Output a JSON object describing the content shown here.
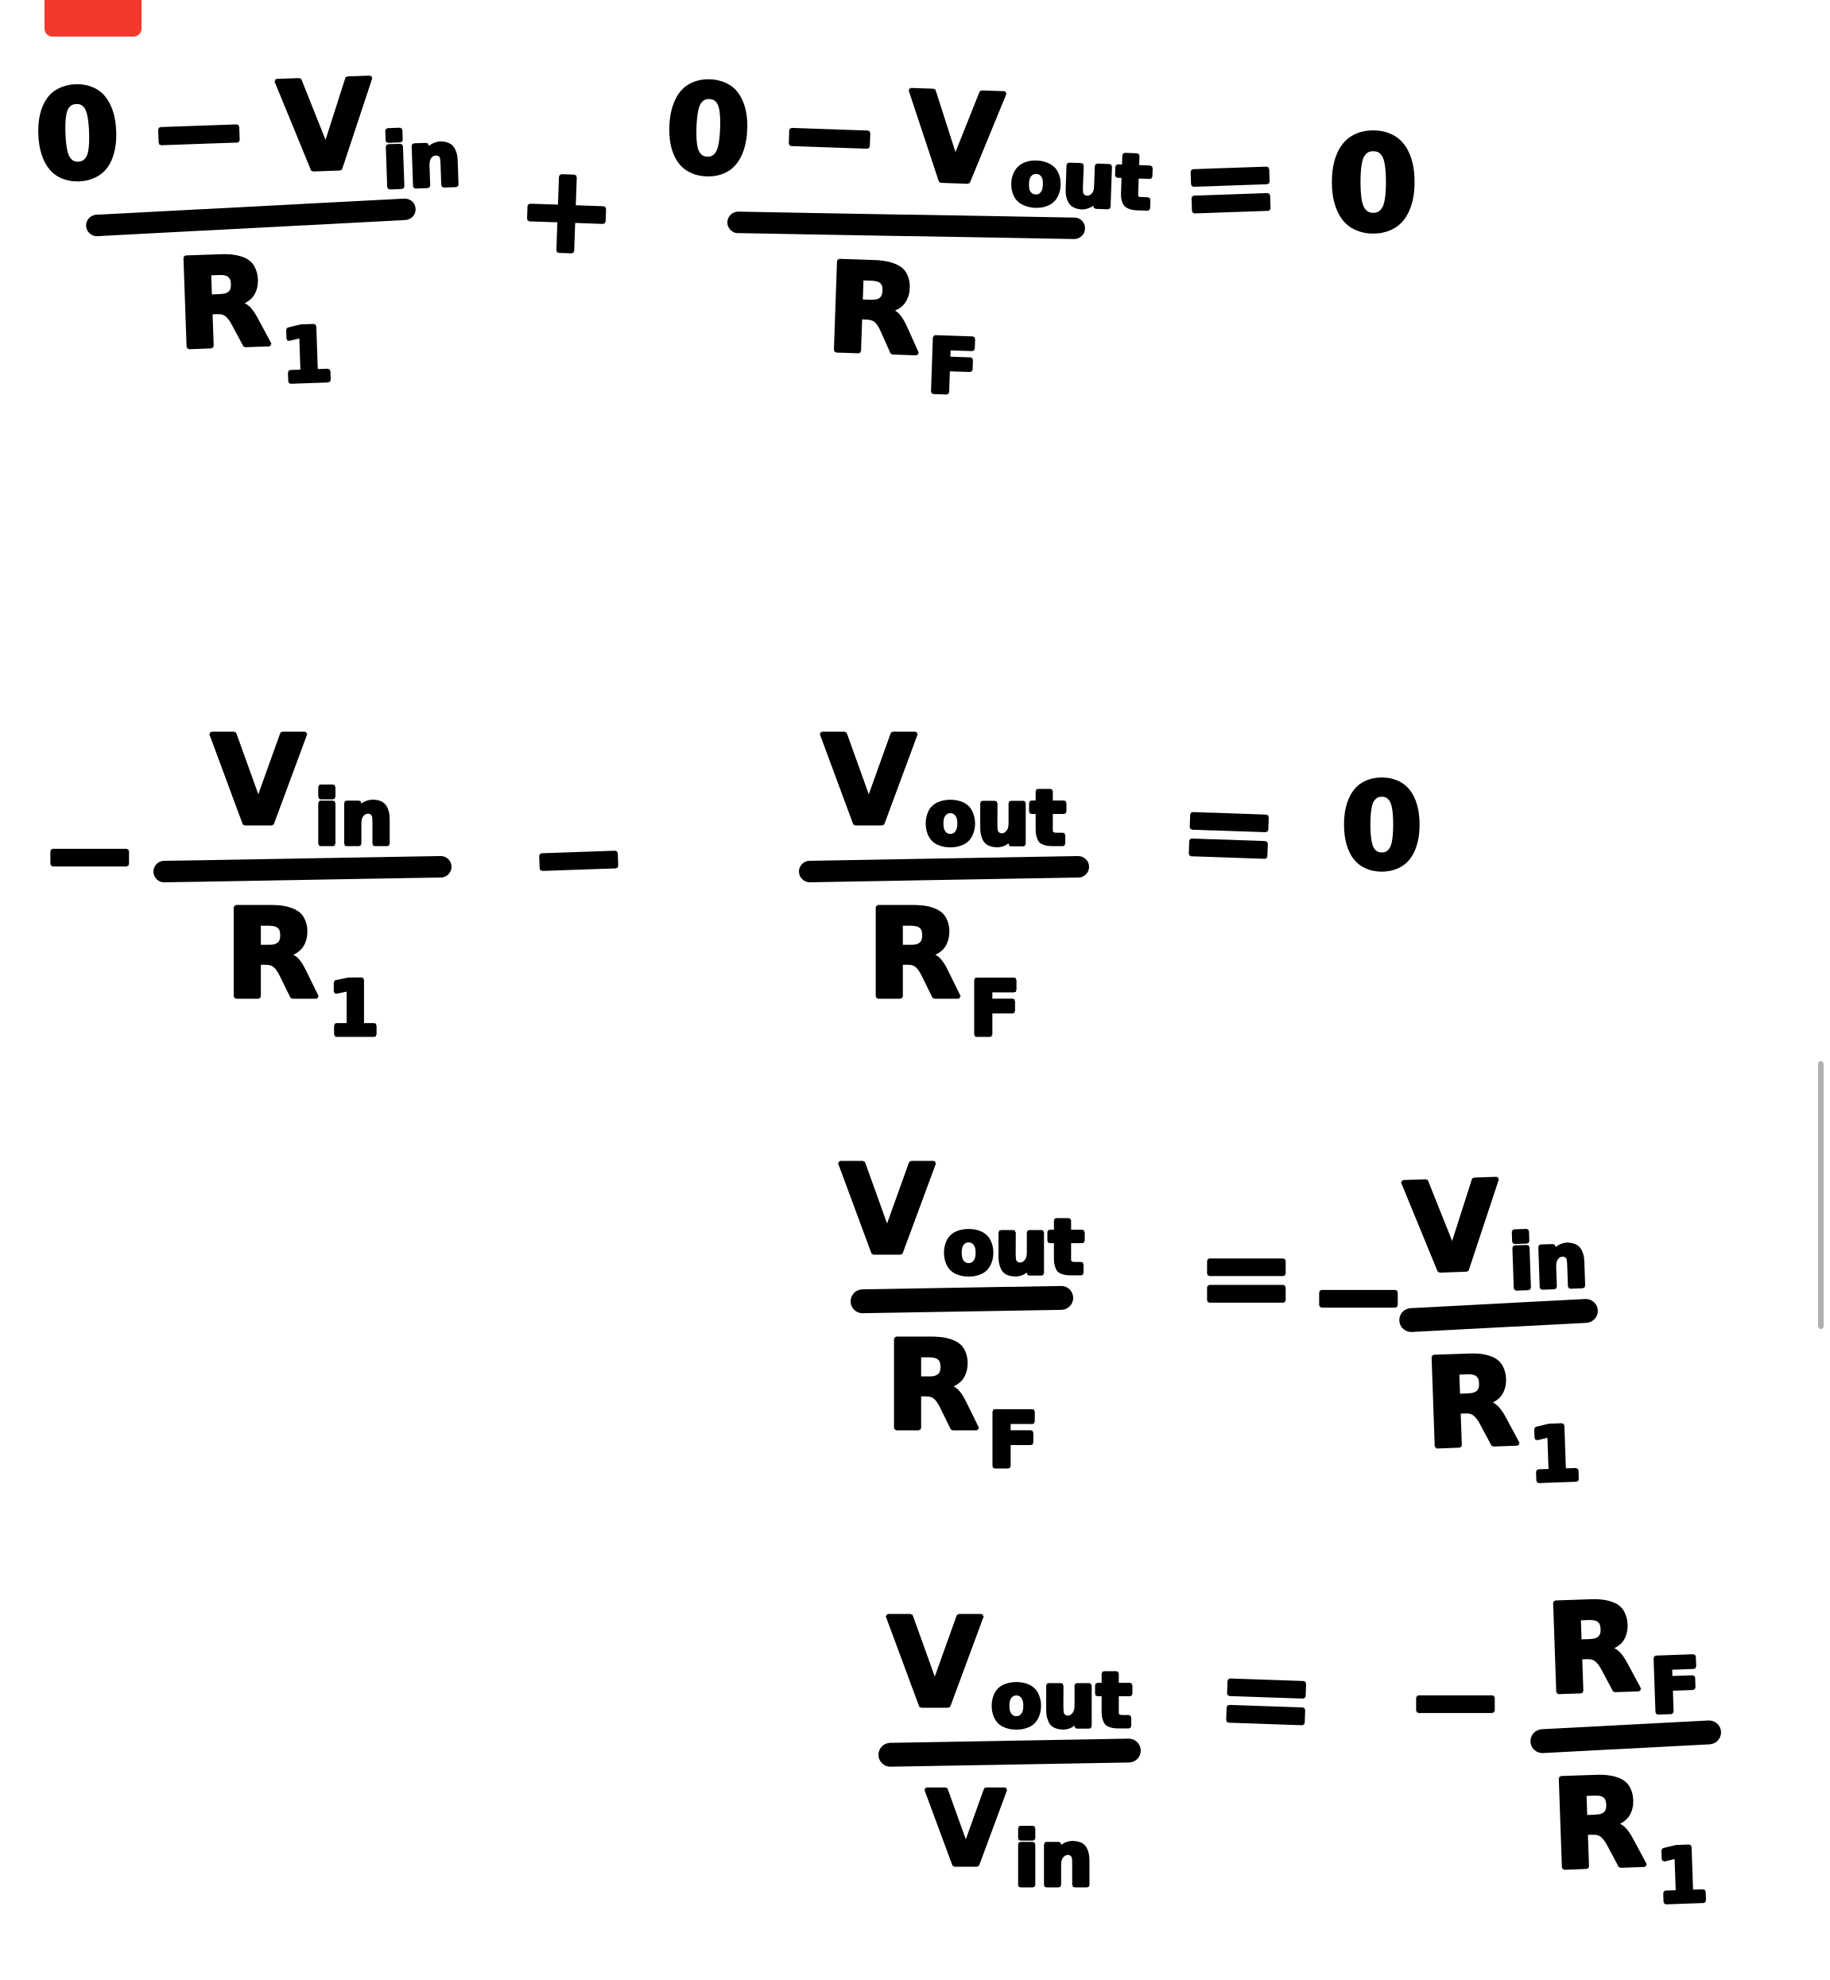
{
  "canvas": {
    "background_color": "#ffffff",
    "ink_color": "#000000"
  },
  "overlays": {
    "recording_indicator": {
      "color": "#f2392c"
    },
    "scrollbar": {
      "color": "#b0b0b0"
    }
  },
  "math": {
    "tokens": {
      "zero": "0",
      "plus": "+",
      "minus": "−",
      "equals": "=",
      "V": "V",
      "R": "R",
      "sub_in": "in",
      "sub_out": "out",
      "sub_one": "1",
      "sub_F": "F"
    },
    "equations": [
      {
        "text": "(0 − Vin)/R1 + (0 − Vout)/RF = 0"
      },
      {
        "text": "− Vin/R1 − Vout/RF = 0"
      },
      {
        "text": "Vout/RF = − Vin/R1"
      },
      {
        "text": "Vout/Vin = − RF/R1"
      }
    ]
  }
}
